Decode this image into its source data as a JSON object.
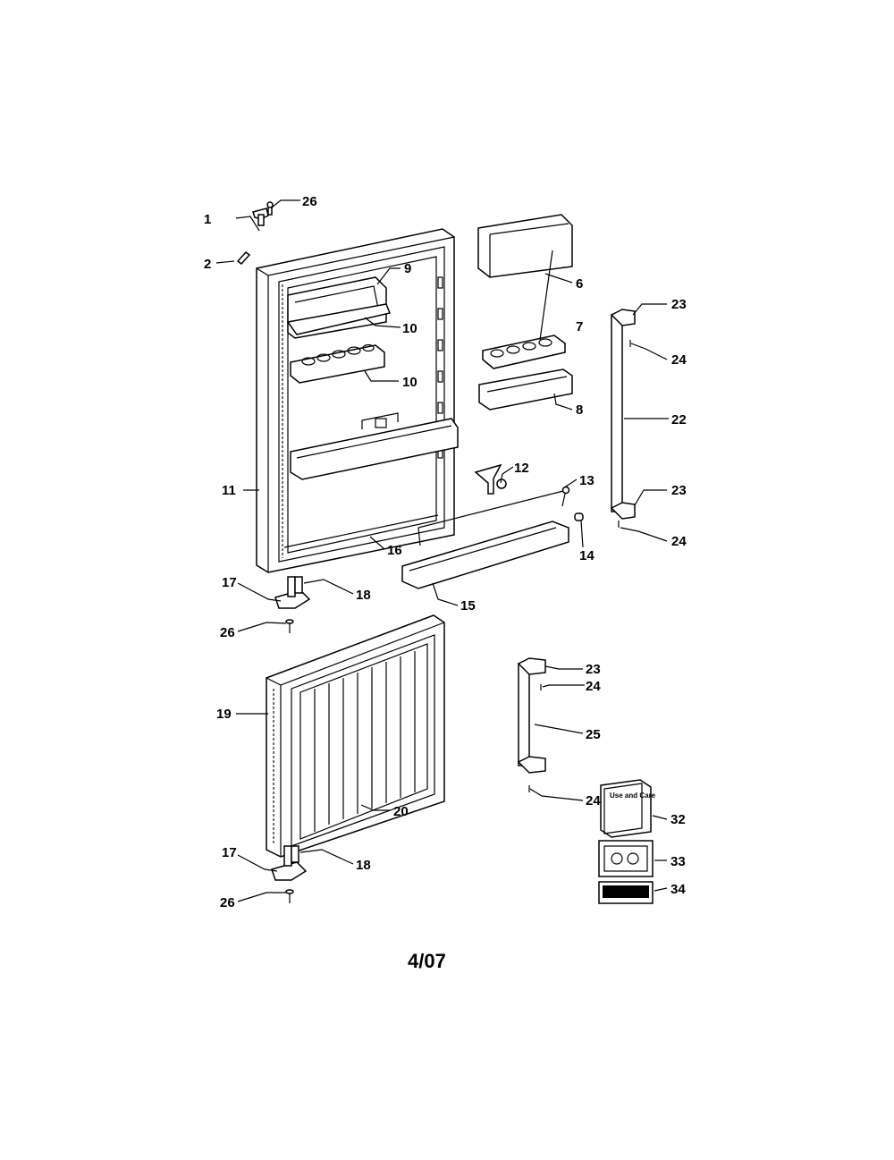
{
  "diagram": {
    "labels": [
      "1",
      "2",
      "6",
      "7",
      "8",
      "9",
      "10",
      "10",
      "11",
      "12",
      "13",
      "14",
      "15",
      "16",
      "17",
      "17",
      "18",
      "18",
      "19",
      "20",
      "22",
      "23",
      "23",
      "23",
      "24",
      "24",
      "24",
      "24",
      "25",
      "26",
      "26",
      "26",
      "32",
      "33",
      "34"
    ],
    "booklet_text": "Use and Care",
    "footer": "4/07"
  }
}
